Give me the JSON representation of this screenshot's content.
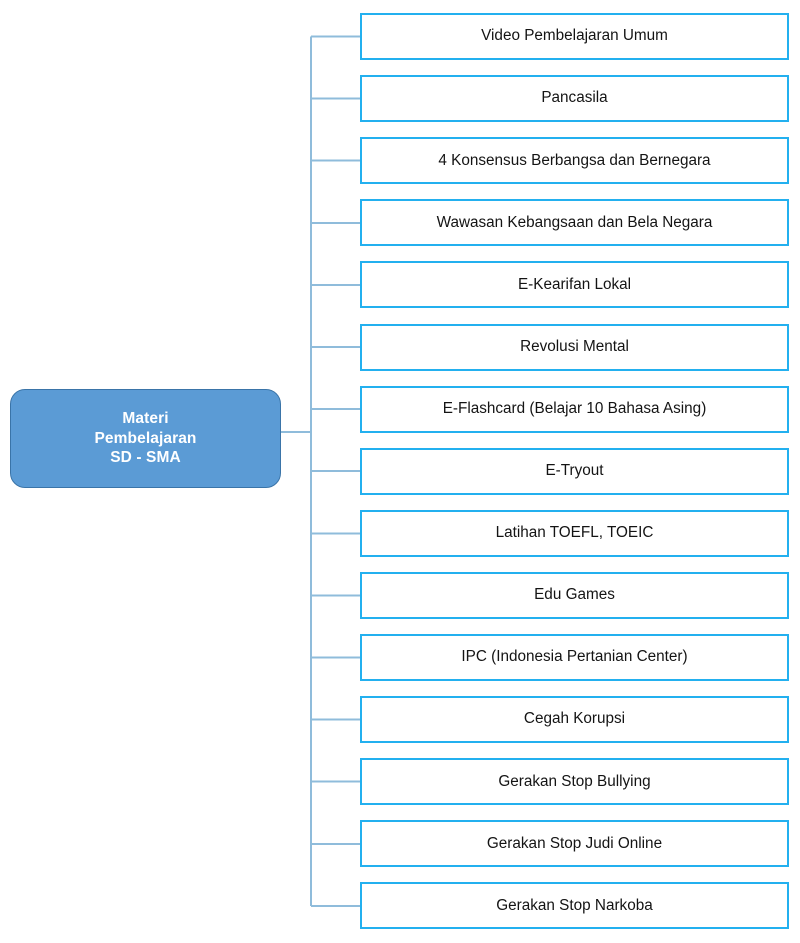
{
  "diagram": {
    "type": "tree-hierarchy",
    "orientation": "left-to-right",
    "background_color": "#FFFFFF",
    "root": {
      "label": "Materi Pembelajaran SD - SMA",
      "lines": [
        "Materi",
        "Pembelajaran",
        "SD - SMA"
      ],
      "fill_color": "#5B9BD5",
      "border_color": "#3A74A8",
      "text_color": "#FFFFFF"
    },
    "style": {
      "leaf_border_color": "#23B0EF",
      "leaf_fill_color": "#FFFFFF",
      "leaf_text_color": "#141414",
      "connector_color": "#8FBCDB"
    },
    "children": [
      {
        "label": "Video Pembelajaran Umum"
      },
      {
        "label": "Pancasila"
      },
      {
        "label": "4 Konsensus Berbangsa dan Bernegara"
      },
      {
        "label": "Wawasan Kebangsaan dan Bela Negara"
      },
      {
        "label": "E-Kearifan Lokal"
      },
      {
        "label": "Revolusi Mental"
      },
      {
        "label": "E-Flashcard (Belajar 10 Bahasa Asing)"
      },
      {
        "label": "E-Tryout"
      },
      {
        "label": "Latihan TOEFL, TOEIC"
      },
      {
        "label": "Edu Games"
      },
      {
        "label": "IPC (Indonesia Pertanian Center)"
      },
      {
        "label": "Cegah Korupsi"
      },
      {
        "label": "Gerakan Stop Bullying"
      },
      {
        "label": "Gerakan Stop Judi Online"
      },
      {
        "label": "Gerakan Stop Narkoba"
      }
    ]
  }
}
